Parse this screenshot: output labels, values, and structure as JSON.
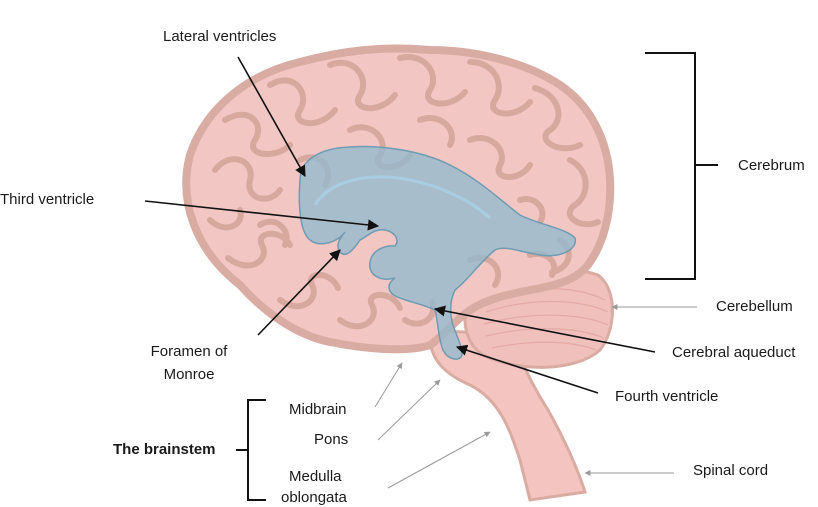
{
  "labels": {
    "lateral_ventricles": "Lateral ventricles",
    "third_ventricle": "Third ventricle",
    "foramen_line1": "Foramen of",
    "foramen_line2": "Monroe",
    "cerebrum": "Cerebrum",
    "cerebellum": "Cerebellum",
    "cerebral_aqueduct": "Cerebral aqueduct",
    "fourth_ventricle": "Fourth ventricle",
    "midbrain": "Midbrain",
    "pons": "Pons",
    "medulla_line1": "Medulla",
    "medulla_line2": "oblongata",
    "brainstem": "The brainstem",
    "spinal_cord": "Spinal cord"
  },
  "colors": {
    "cortex_fill": "#f2c7c3",
    "cortex_outline": "#d9aca3",
    "gyri_line": "#d6a89e",
    "ventricle_fill": "#8fb9cf",
    "ventricle_outline": "#6f9bb3",
    "stem_fill": "#f4c4c0",
    "cerebellum_fill": "#f0c0bd",
    "line": "#111111",
    "thin_arrow": "#9a9a9a"
  }
}
